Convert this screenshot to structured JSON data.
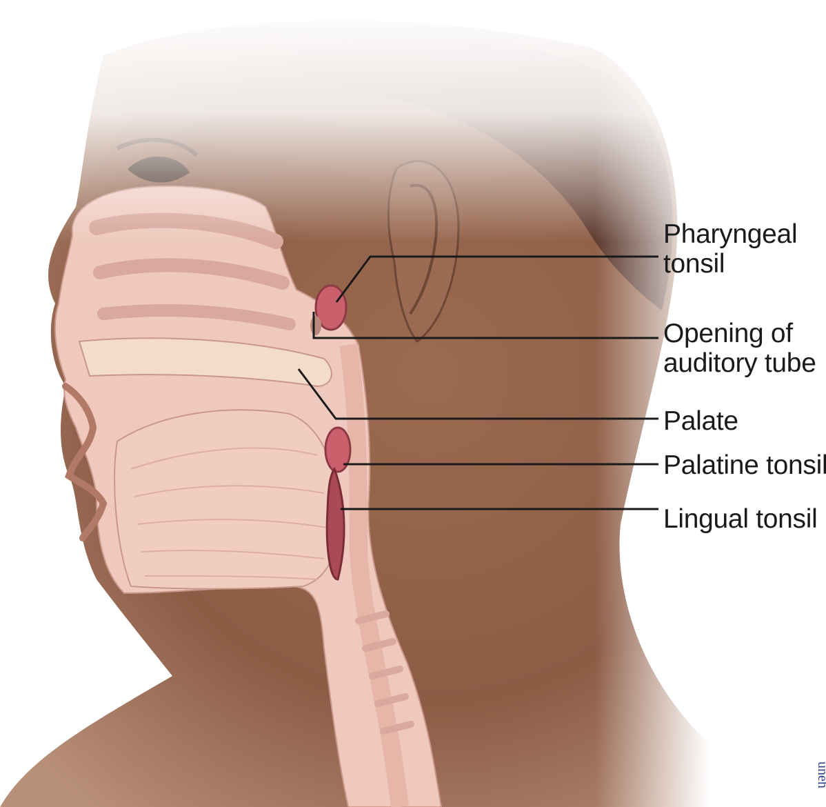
{
  "labels": {
    "pharyngeal_line1": "Pharyngeal",
    "pharyngeal_line2": "tonsil",
    "opening_line1": "Opening of",
    "opening_line2": "auditory tube",
    "palate": "Palate",
    "palatine": "Palatine tonsil",
    "lingual": "Lingual tonsil"
  },
  "watermark_text": "uneh",
  "colors": {
    "skin": "#a8775a",
    "skin_dark": "#6e4634",
    "tissue": "#efc9bd",
    "tissue_light": "#f6ddd3",
    "tonsil": "#c9606c",
    "leader_line": "#1a1a1a"
  }
}
